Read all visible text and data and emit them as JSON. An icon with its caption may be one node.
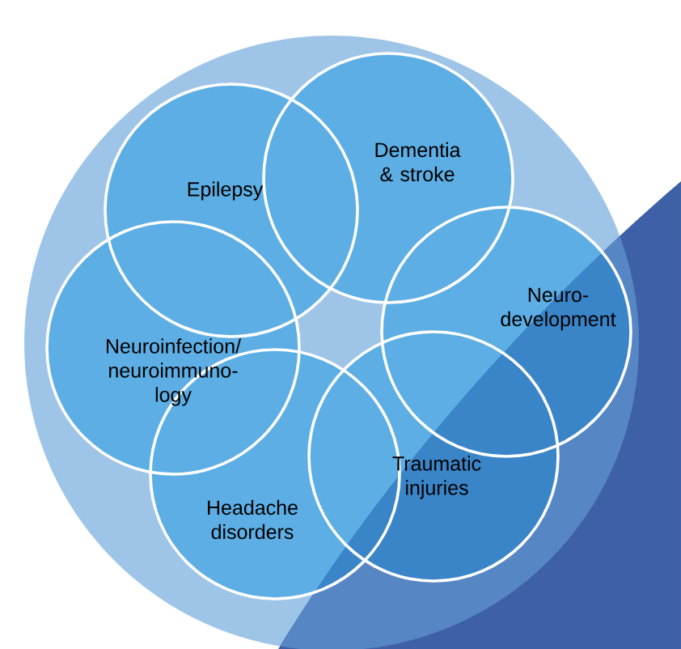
{
  "diagram": {
    "nodes": [
      {
        "text": [
          "Epilepsy"
        ]
      },
      {
        "text": [
          "Dementia & stroke"
        ]
      },
      {
        "text": [
          "Neuro- development"
        ]
      },
      {
        "text": [
          "Neuroinfection/ neuroimmuno- logy"
        ]
      },
      {
        "text": [
          "Traumatic injuries"
        ]
      },
      {
        "text": [
          "Headache disorders"
        ]
      }
    ]
  }
}
